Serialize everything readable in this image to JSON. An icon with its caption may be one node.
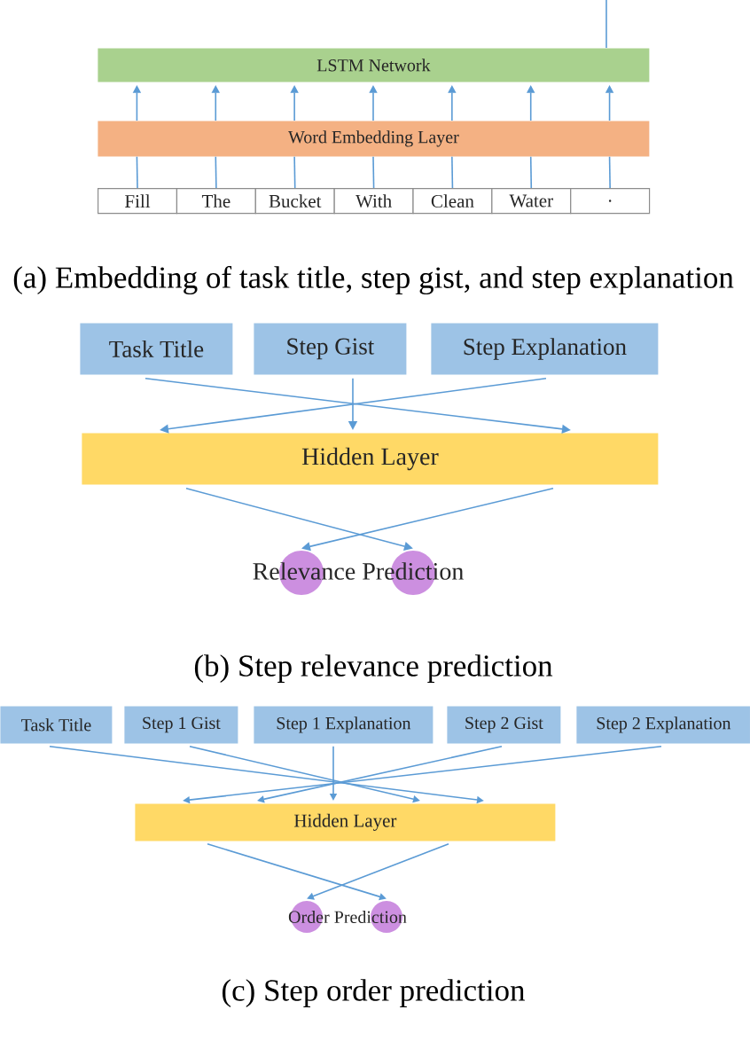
{
  "diagram": {
    "nodes": [
      {
        "text": [
          "LSTM Network"
        ]
      },
      {
        "text": [
          "Word Embedding Layer"
        ]
      },
      {
        "text": [
          "Fill"
        ]
      },
      {
        "text": [
          "The"
        ]
      },
      {
        "text": [
          "Bucket"
        ]
      },
      {
        "text": [
          "With"
        ]
      },
      {
        "text": [
          "Clean"
        ]
      },
      {
        "text": [
          "Water"
        ]
      },
      {
        "text": [
          "."
        ]
      },
      {
        "text": [
          "Task Title"
        ]
      },
      {
        "text": [
          "Step Gist"
        ]
      },
      {
        "text": [
          "Step Explanation"
        ]
      },
      {
        "text": [
          "Hidden Layer"
        ]
      },
      {
        "text": [],
        "shape": "circle"
      },
      {
        "text": [],
        "shape": "circle"
      },
      {
        "text": [
          "Task Title"
        ]
      },
      {
        "text": [
          "Step 1 Gist"
        ]
      },
      {
        "text": [
          "Step 1 Explanation"
        ]
      },
      {
        "text": [
          "Step 2 Gist"
        ]
      },
      {
        "text": [
          "Step 2 Explanation"
        ]
      },
      {
        "text": [
          "Hidden Layer"
        ]
      },
      {
        "text": [],
        "shape": "circle"
      },
      {
        "text": [],
        "shape": "circle"
      }
    ],
    "edges": [
      {
        "from": 0,
        "to": null,
        "arrow": "none"
      },
      {
        "from": 2,
        "to": 1,
        "arrow": "none"
      },
      {
        "from": 3,
        "to": 1,
        "arrow": "none"
      },
      {
        "from": 4,
        "to": 1,
        "arrow": "none"
      },
      {
        "from": 5,
        "to": 1,
        "arrow": "none"
      },
      {
        "from": 6,
        "to": 1,
        "arrow": "none"
      },
      {
        "from": 7,
        "to": 1,
        "arrow": "none"
      },
      {
        "from": 8,
        "to": 1,
        "arrow": "none"
      },
      {
        "from": 1,
        "to": 0,
        "arrow": "to"
      },
      {
        "from": 1,
        "to": 0,
        "arrow": "to"
      },
      {
        "from": 1,
        "to": 0,
        "arrow": "to"
      },
      {
        "from": 1,
        "to": 0,
        "arrow": "to"
      },
      {
        "from": 1,
        "to": 0,
        "arrow": "to"
      },
      {
        "from": 1,
        "to": 0,
        "arrow": "to"
      },
      {
        "from": 1,
        "to": 0,
        "arrow": "to"
      },
      {
        "from": 9,
        "to": 12,
        "arrow": "to"
      },
      {
        "from": 10,
        "to": 12,
        "arrow": "to"
      },
      {
        "from": 11,
        "to": 12,
        "arrow": "to"
      },
      {
        "from": 12,
        "to": 14,
        "arrow": "to"
      },
      {
        "from": 12,
        "to": 13,
        "arrow": "to"
      },
      {
        "from": 15,
        "to": 20,
        "arrow": "to"
      },
      {
        "from": 16,
        "to": 20,
        "arrow": "to"
      },
      {
        "from": 17,
        "to": 20,
        "arrow": "to"
      },
      {
        "from": 18,
        "to": 20,
        "arrow": "to"
      },
      {
        "from": 19,
        "to": 20,
        "arrow": "to"
      },
      {
        "from": 20,
        "to": 22,
        "arrow": "to"
      },
      {
        "from": 20,
        "to": 21,
        "arrow": "to"
      }
    ],
    "labels": [
      "(a) Embedding of task title, step gist, and step explanation",
      "Relevance Prediction",
      "(b) Step relevance prediction",
      "Order Prediction",
      "(c) Step order prediction"
    ]
  }
}
